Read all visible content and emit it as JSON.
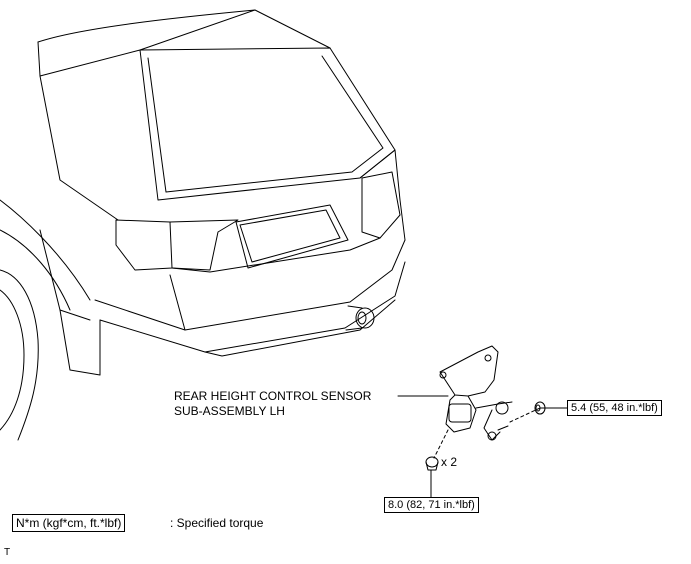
{
  "diagram": {
    "part_label": {
      "line1": "REAR HEIGHT CONTROL SENSOR",
      "line2": "SUB-ASSEMBLY LH"
    },
    "quantity_label": "x 2",
    "torque_nut": "5.4 (55, 48 in.*lbf)",
    "torque_bolt": "8.0 (82, 71 in.*lbf)"
  },
  "legend": {
    "unit_box": "N*m (kgf*cm, ft.*lbf)",
    "description": ": Specified torque"
  },
  "footer": {
    "corner_mark": "T"
  }
}
